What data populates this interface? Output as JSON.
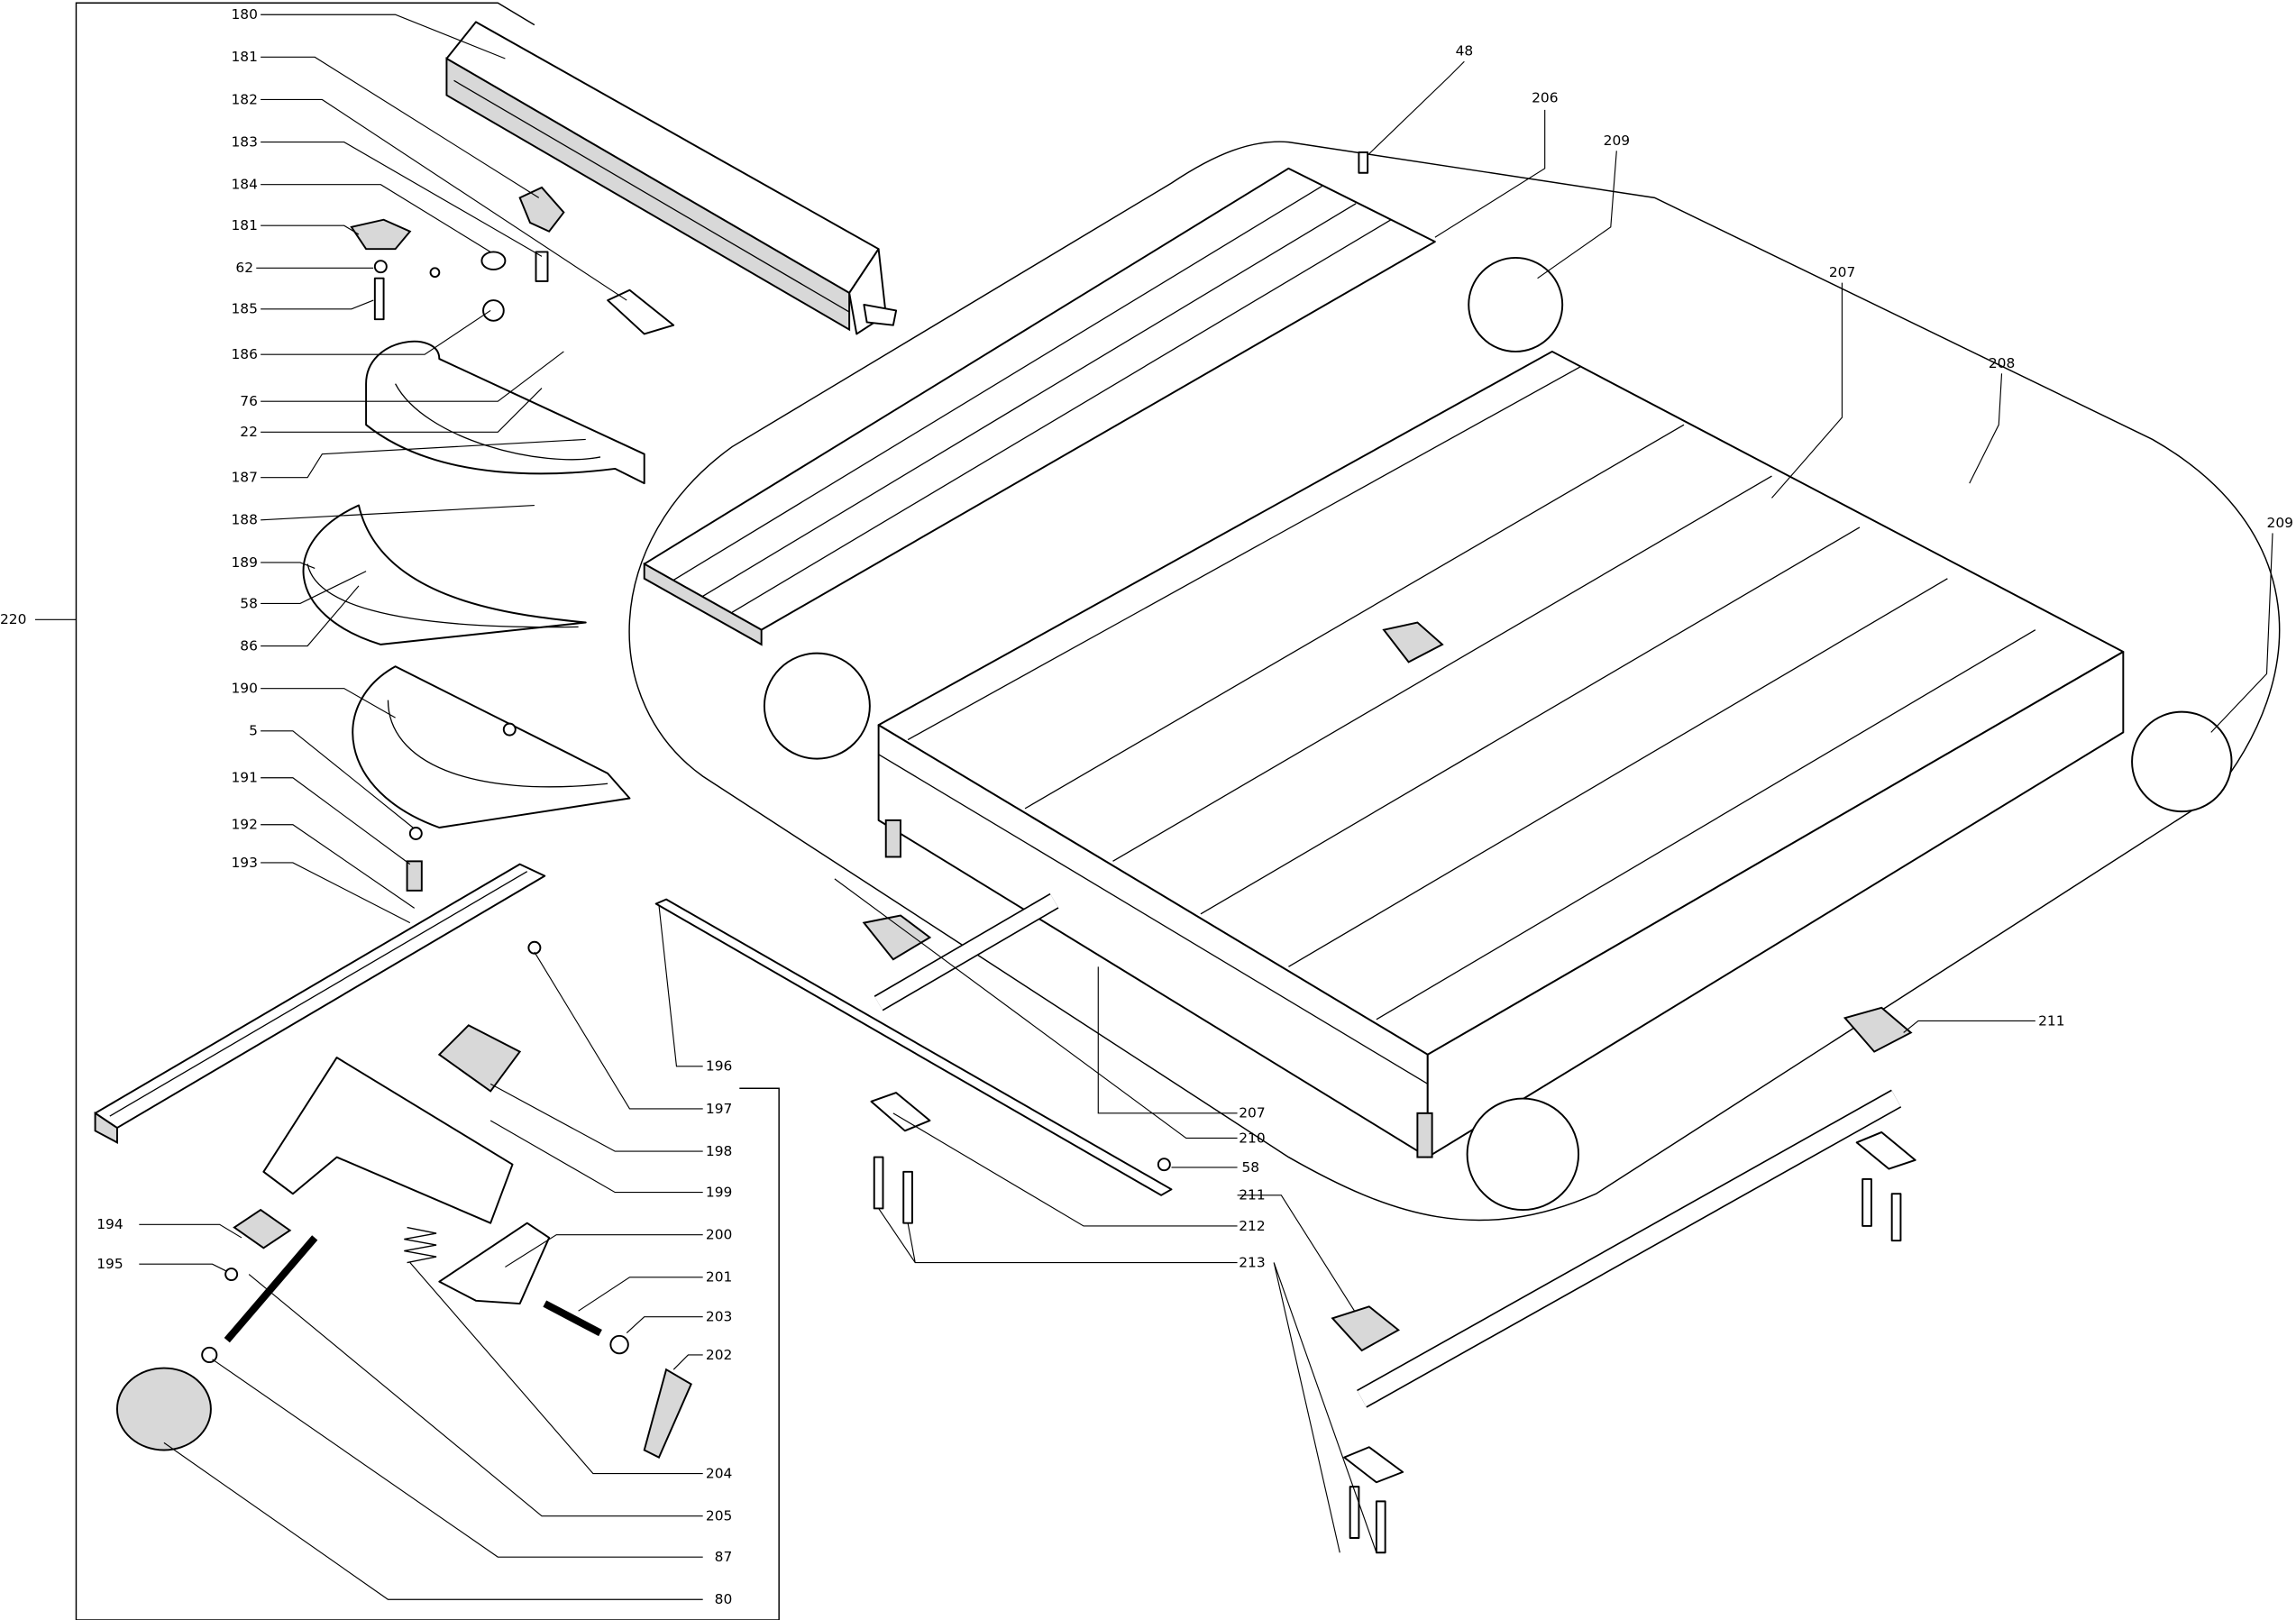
{
  "diagram": {
    "callouts": [
      "180",
      "181",
      "182",
      "183",
      "184",
      "181",
      "62",
      "185",
      "186",
      "76",
      "22",
      "187",
      "188",
      "189",
      "58",
      "86",
      "190",
      "5",
      "191",
      "192",
      "193",
      "220",
      "196",
      "197",
      "198",
      "199",
      "200",
      "201",
      "203",
      "202",
      "204",
      "205",
      "87",
      "80",
      "194",
      "195",
      "48",
      "206",
      "209",
      "207",
      "208",
      "209",
      "211",
      "207",
      "210",
      "58",
      "211",
      "212",
      "213"
    ]
  }
}
